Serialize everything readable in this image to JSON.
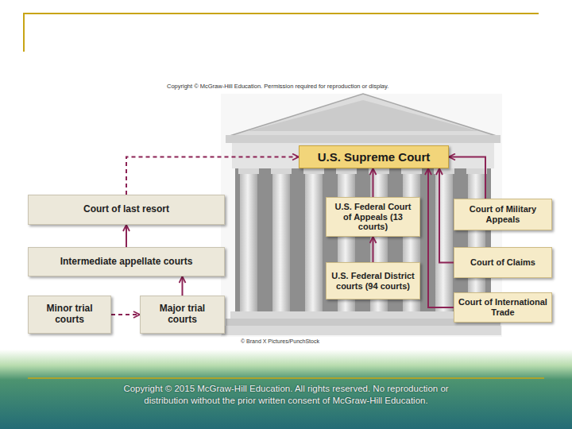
{
  "diagram": {
    "nodes": [
      {
        "text": [
          "Court of last resort"
        ]
      },
      {
        "text": [
          "Intermediate appellate courts"
        ]
      },
      {
        "text": [
          "Minor trial courts"
        ]
      },
      {
        "text": [
          "Major trial courts"
        ]
      },
      {
        "text": [
          "U.S. Supreme Court"
        ]
      },
      {
        "text": [
          "U.S. Federal Court of Appeals (13 courts)"
        ]
      },
      {
        "text": [
          "U.S. Federal District courts (94 courts)"
        ]
      },
      {
        "text": [
          "Court of Military Appeals"
        ]
      },
      {
        "text": [
          "Court of Claims"
        ]
      },
      {
        "text": [
          "Court of International Trade"
        ]
      }
    ],
    "edges": [
      {
        "from": 2,
        "to": 3,
        "arrow": "to"
      },
      {
        "from": 3,
        "to": 1,
        "arrow": "to"
      },
      {
        "from": 1,
        "to": 0,
        "arrow": "to"
      },
      {
        "from": 0,
        "to": 4,
        "arrow": "to"
      },
      {
        "from": 6,
        "to": 5,
        "arrow": "to"
      },
      {
        "from": 5,
        "to": 4,
        "arrow": "to"
      },
      {
        "from": 7,
        "to": 4,
        "arrow": "to"
      },
      {
        "from": 8,
        "to": 4,
        "arrow": "to"
      },
      {
        "from": 9,
        "to": 4,
        "arrow": "to"
      }
    ],
    "labels": [
      "Copyright © McGraw-Hill Education. Permission required for reproduction or display.",
      "© Brand X Pictures/PunchStock",
      "Copyright © 2015 McGraw-Hill Education. All rights reserved. No reproduction or distribution without the prior written consent of McGraw-Hill Education."
    ]
  }
}
